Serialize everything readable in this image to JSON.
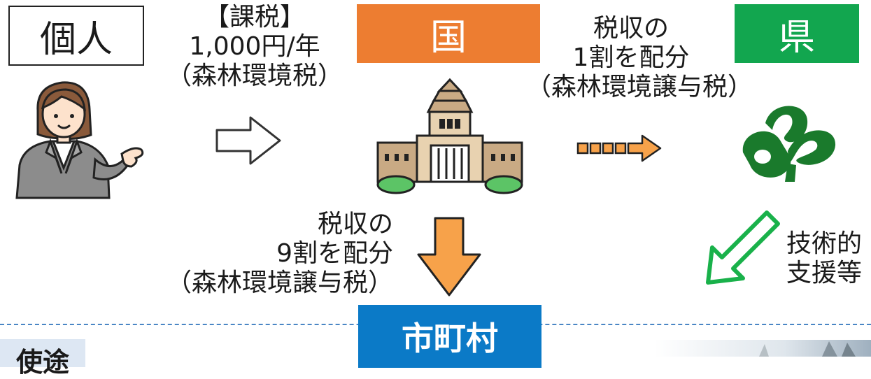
{
  "boxes": {
    "individual": "個人",
    "nation": "国",
    "prefecture": "県",
    "municipality": "市町村",
    "usage": "使途"
  },
  "labels": {
    "tax": [
      "【課税】",
      "1,000円/年",
      "（森林環境税）"
    ],
    "prefecture_distribution": [
      "税収の",
      "1割を配分",
      "（森林環境譲与税）"
    ],
    "municipality_distribution": [
      "税収の",
      "9割を配分",
      "（森林環境譲与税）"
    ],
    "support": [
      "技術的",
      "支援等"
    ]
  },
  "colors": {
    "nation": "#ed7d31",
    "prefecture": "#12a64f",
    "municipality": "#0b7ac7",
    "usage_bg": "#dde7f3",
    "divider": "#4a86c5",
    "arrow_orange": "#f7a24a",
    "arrow_green": "#19b14a",
    "emblem_green": "#1a7a2c"
  },
  "icons": {
    "person": "woman-presenting-icon",
    "building": "diet-building-icon",
    "prefecture_emblem": "prefecture-emblem-icon"
  }
}
